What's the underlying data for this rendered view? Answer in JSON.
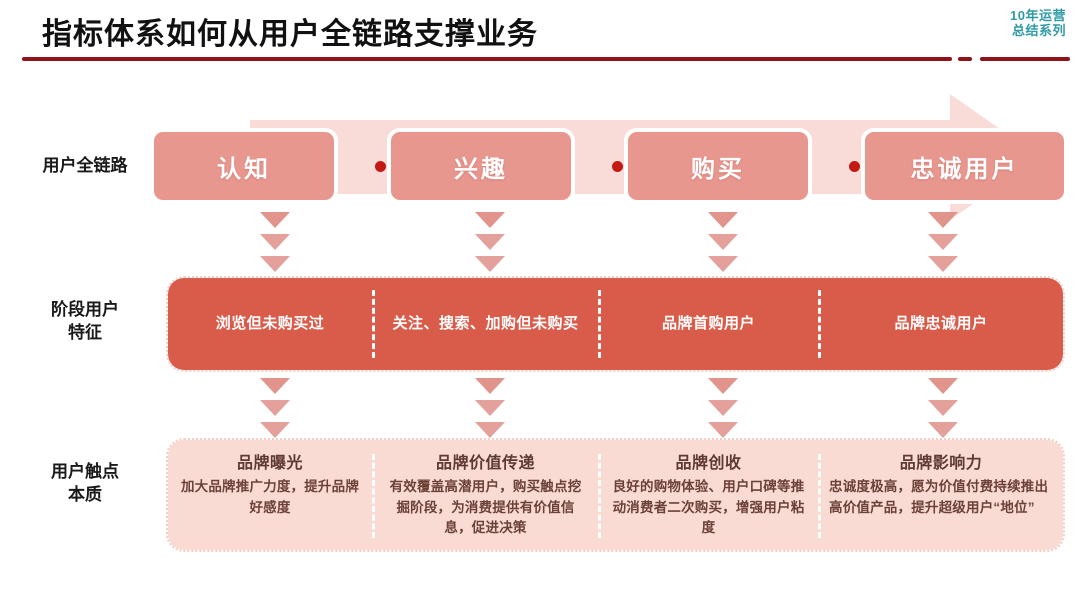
{
  "header": {
    "title": "指标体系如何从用户全链路支撑业务",
    "badge_line1": "10年运营",
    "badge_line2": "总结系列",
    "badge_color": "#2f9aa6",
    "rule_color": "#8e1318"
  },
  "rows": {
    "stage": {
      "label": "用户全链路",
      "items": [
        {
          "label": "认知"
        },
        {
          "label": "兴趣"
        },
        {
          "label": "购买"
        },
        {
          "label": "忠诚用户"
        }
      ]
    },
    "characteristics": {
      "label_line1": "阶段用户",
      "label_line2": "特征",
      "items": [
        {
          "text": "浏览但未购买过"
        },
        {
          "text": "关注、搜索、加购但未购买"
        },
        {
          "text": "品牌首购用户"
        },
        {
          "text": "品牌忠诚用户"
        }
      ]
    },
    "touchpoints": {
      "label_line1": "用户触点",
      "label_line2": "本质",
      "items": [
        {
          "title": "品牌曝光",
          "body": "加大品牌推广力度，提升品牌好感度"
        },
        {
          "title": "品牌价值传递",
          "body": "有效覆盖高潜用户，购买触点挖掘阶段，为消费提供有价值信息，促进决策"
        },
        {
          "title": "品牌创收",
          "body": "良好的购物体验、用户口碑等推动消费者二次购买，增强用户粘度"
        },
        {
          "title": "品牌影响力",
          "body": "忠诚度极高，愿为价值付费持续推出高价值产品，提升超级用户“地位”"
        }
      ]
    }
  },
  "colors": {
    "stage_box": "#e8978f",
    "band_characteristics": "#d95c4b",
    "band_touchpoints": "#f9dbd4",
    "arrow_bg": "#f9dcd7",
    "separator_dot": "#c31a14"
  }
}
